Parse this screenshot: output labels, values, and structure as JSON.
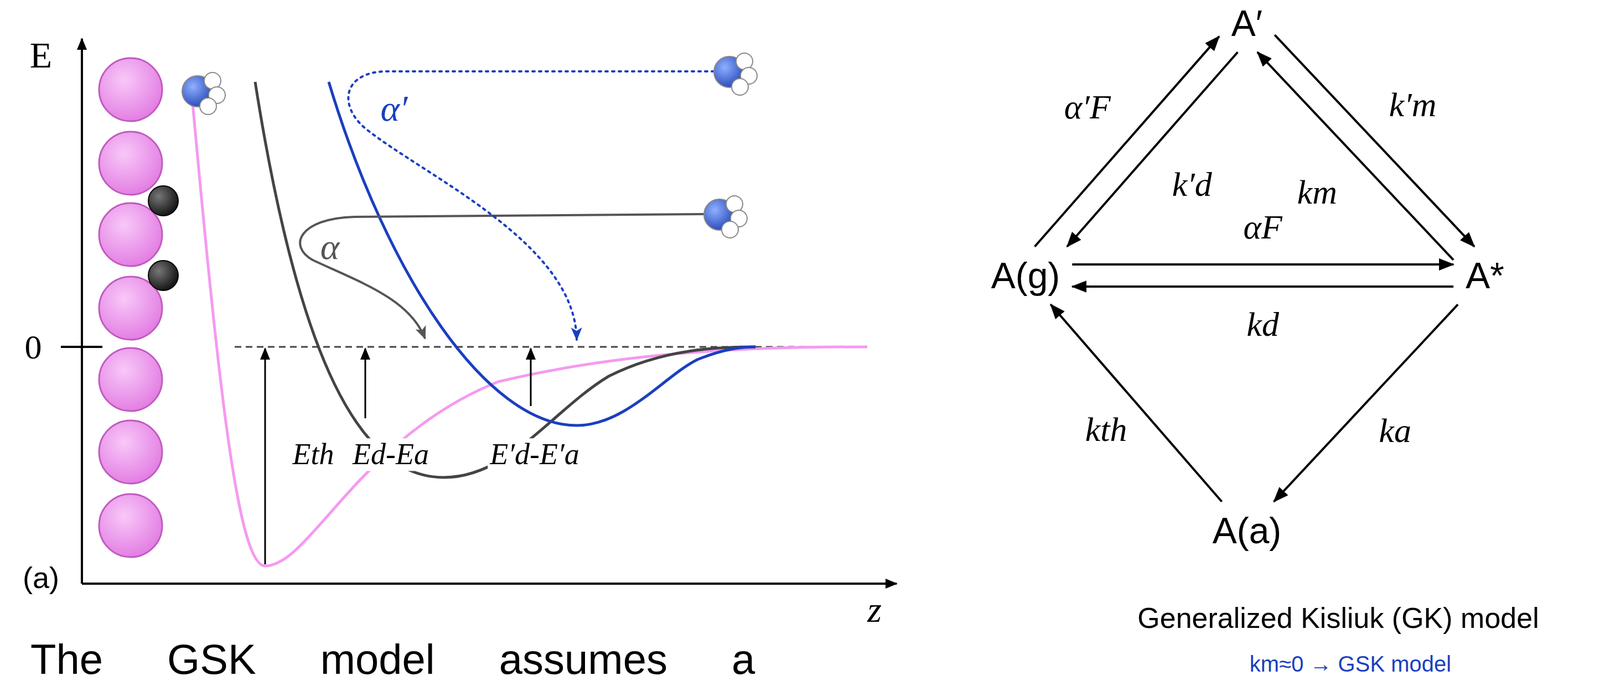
{
  "diagram": {
    "nodes": [
      {
        "text": [
          "A′"
        ]
      },
      {
        "text": [
          "A(g)"
        ]
      },
      {
        "text": [
          "A*"
        ]
      },
      {
        "text": [
          "A(a)"
        ]
      }
    ],
    "edges": [
      {
        "from": 1,
        "to": 0,
        "label": "α′F",
        "arrow": "to"
      },
      {
        "from": 0,
        "to": 1,
        "label": "k′d",
        "arrow": "to"
      },
      {
        "from": 1,
        "to": 2,
        "label": "αF",
        "arrow": "to"
      },
      {
        "from": 2,
        "to": 1,
        "label": "kd",
        "arrow": "to"
      },
      {
        "from": 2,
        "to": 0,
        "label": "km",
        "arrow": "to"
      },
      {
        "from": 0,
        "to": 2,
        "label": "k′m",
        "arrow": "to"
      },
      {
        "from": 2,
        "to": 3,
        "label": "ka",
        "arrow": "to"
      },
      {
        "from": 3,
        "to": 1,
        "label": "kth",
        "arrow": "to"
      }
    ],
    "labels": [
      "E",
      "0",
      "α′",
      "α",
      "Eth",
      "Ed-Ea",
      "E′d-E′a",
      "(a)",
      "z",
      "The GSK model assumes a",
      "Generalized Kisliuk (GK) model",
      "km≈0 → GSK model"
    ]
  }
}
